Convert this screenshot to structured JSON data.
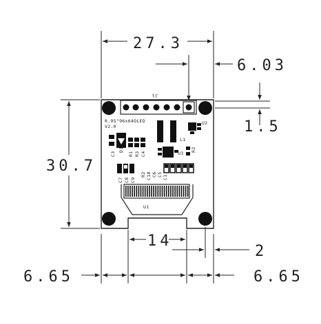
{
  "dimensions": {
    "width": "27.3",
    "header_offset": "6.03",
    "height": "30.7",
    "hole_inset": "1.5",
    "connector_width": "14",
    "connector_gap": "2",
    "left_margin": "6.65",
    "right_margin": "6.65"
  },
  "silkscreen": {
    "header": "J1",
    "product": "0.95\"96x64OLED",
    "version": "V2.0",
    "l1": "L1",
    "d1": "D1",
    "u2": "U2",
    "u3": "U3",
    "c3": "C3",
    "r1": "R1",
    "r3": "R3",
    "c4": "C4",
    "r2": "R2",
    "c1": "C1",
    "c10": "C10",
    "c5": "C5",
    "c7": "C7",
    "c8": "C8",
    "c9": "C9",
    "c6": "C6",
    "u1": "U1"
  },
  "colors": {
    "line": "#222222",
    "board": "#ffffff"
  }
}
